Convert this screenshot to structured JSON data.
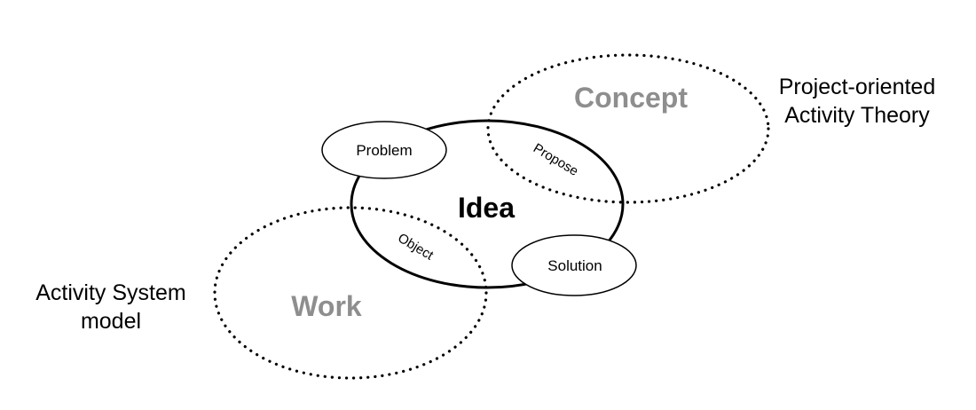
{
  "diagram": {
    "concept_label": "Concept",
    "work_label": "Work",
    "idea_label": "Idea",
    "problem_label": "Problem",
    "solution_label": "Solution",
    "propose_label": "Propose",
    "object_label": "Object",
    "right_caption": {
      "line1": "Project-oriented",
      "line2": "Activity Theory"
    },
    "left_caption": {
      "line1": "Activity System",
      "line2": "model"
    }
  },
  "colors": {
    "outline": "#000000",
    "faded_text": "#8e8e8e",
    "background": "#ffffff"
  }
}
